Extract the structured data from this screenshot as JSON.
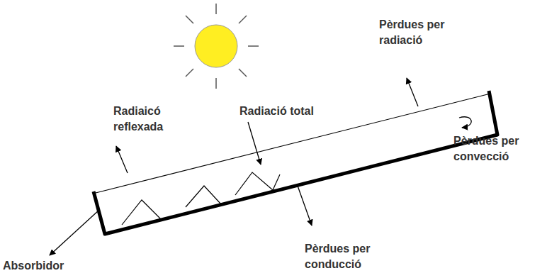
{
  "diagram": {
    "labels": [
      "Pèrdues per radiació",
      "Radiaicó reflexada",
      "Radiació total",
      "Pèrdues per convecció",
      "Absorbidor",
      "Pèrdues per conducció"
    ]
  }
}
